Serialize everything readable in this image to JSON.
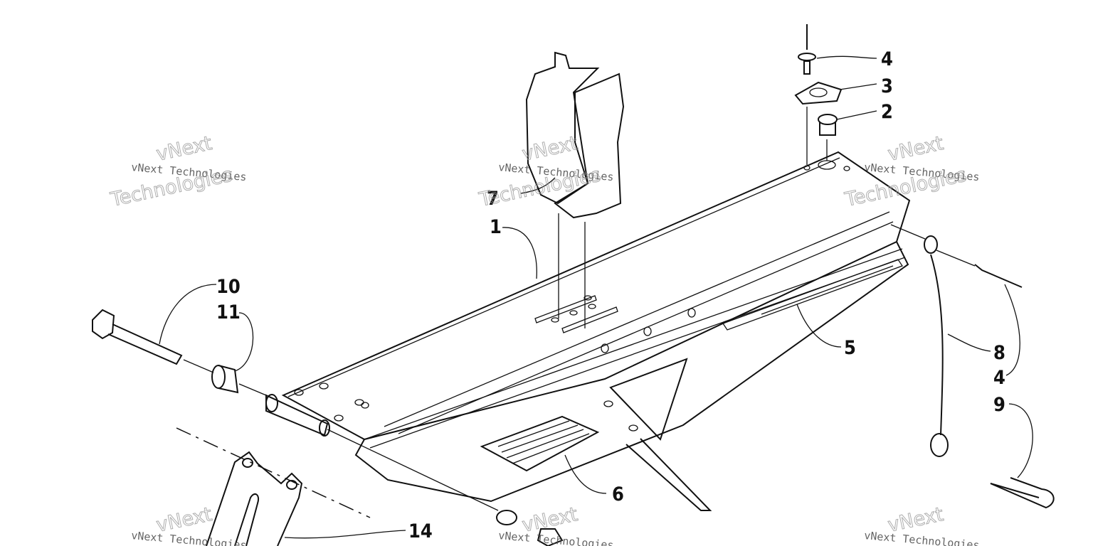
{
  "callouts": {
    "c1": "1",
    "c2": "2",
    "c3": "3",
    "c4a": "4",
    "c4b": "4",
    "c5": "5",
    "c6": "6",
    "c7": "7",
    "c8": "8",
    "c9": "9",
    "c10": "10",
    "c11": "11",
    "c14": "14"
  },
  "watermarks": {
    "line_small": "vNext Technologies",
    "word_top": "vNext",
    "word_bottom": "Technologies"
  },
  "colors": {
    "ink": "#111111",
    "watermark": "#9a9a9a",
    "background": "#ffffff"
  }
}
